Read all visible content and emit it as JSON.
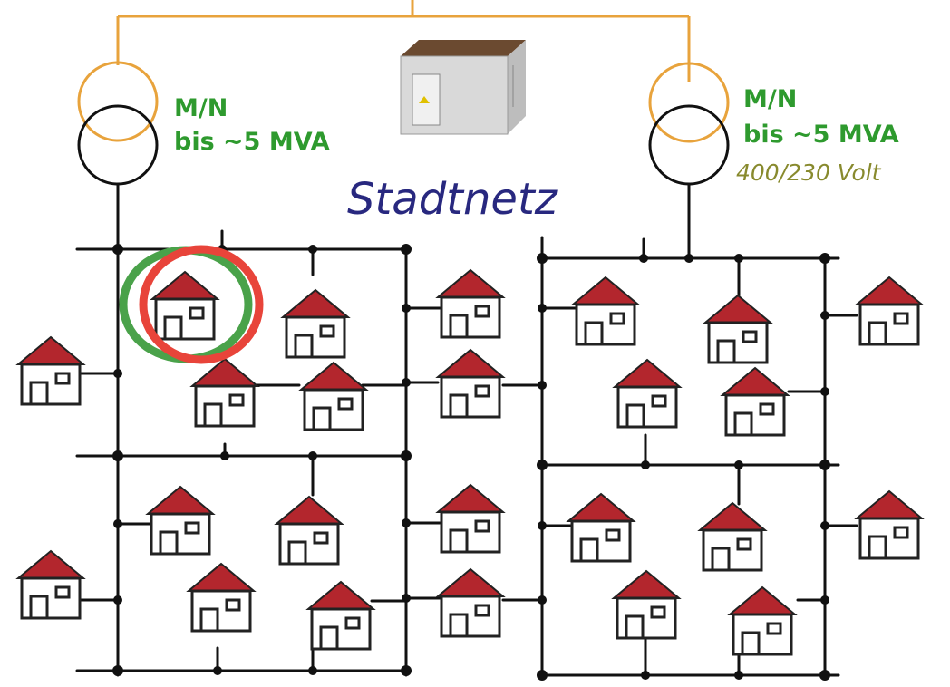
{
  "title": "Stadtnetz",
  "transformers": [
    {
      "line1": "M/N",
      "line2": "bis ~5 MVA",
      "line3": ""
    },
    {
      "line1": "M/N",
      "line2": "bis ~5 MVA",
      "line3": "400/230 Volt"
    }
  ],
  "colors": {
    "feed": "#e8a33c",
    "wire": "#111111",
    "roof": "#b3262d",
    "label_green": "#2e9a2e",
    "label_olive": "#888a2e",
    "title_blue": "#28287f",
    "highlight_outer": "#e8443a",
    "highlight_inner": "#4aa24a"
  },
  "icons": [
    "house-icon",
    "substation-cabinet-icon",
    "transformer-symbol",
    "highlight-ring"
  ]
}
